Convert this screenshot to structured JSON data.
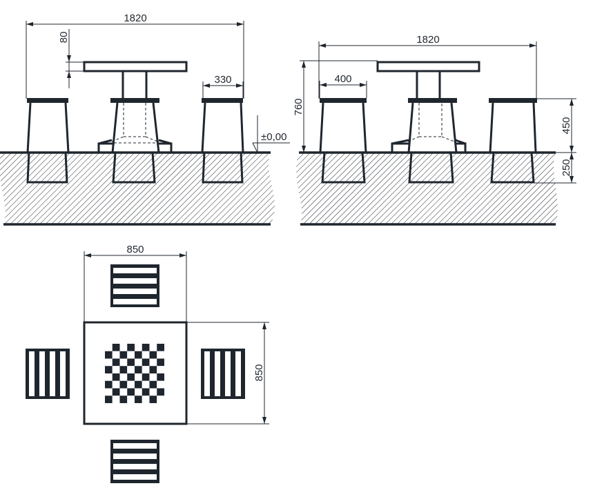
{
  "title": "Chess table set with stools - technical drawing",
  "front_elevation": {
    "overall_width": "1820",
    "tabletop_thickness": "80",
    "stool_width": "330",
    "ground_level": "±0,00"
  },
  "side_elevation": {
    "overall_width": "1820",
    "table_height": "760",
    "stool_width": "400",
    "stool_height": "450",
    "foundation_depth": "250"
  },
  "plan_view": {
    "table_width": "850",
    "table_depth": "850",
    "board_cells": 8
  },
  "colors": {
    "ink": "#1f262e",
    "background": "#ffffff"
  }
}
